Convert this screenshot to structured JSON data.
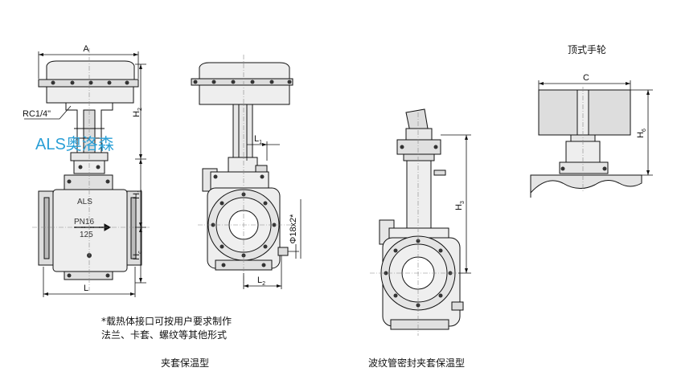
{
  "labels": {
    "dim_A": "A",
    "dim_C": "C",
    "dim_L": "L",
    "dim_H": "H",
    "sub_2": "2",
    "sub_1": "1",
    "sub_c": "c",
    "sub_6": "6",
    "dim_L1": "L",
    "dim_L2": "L",
    "dim_H3": "H",
    "sub_3": "3",
    "rc": "RC1/4\"",
    "brand": "ALS奥洛森",
    "body_als": "ALS",
    "pn": "PN16",
    "dn": "125",
    "phi": "Φ18x2*",
    "top_handwheel_title": "顶式手轮",
    "note_line1": "*载热体接口可按用户要求制作",
    "note_line2": "法兰、卡套、螺纹等其他形式",
    "caption_left": "夹套保温型",
    "caption_right": "波纹管密封夹套保温型"
  }
}
